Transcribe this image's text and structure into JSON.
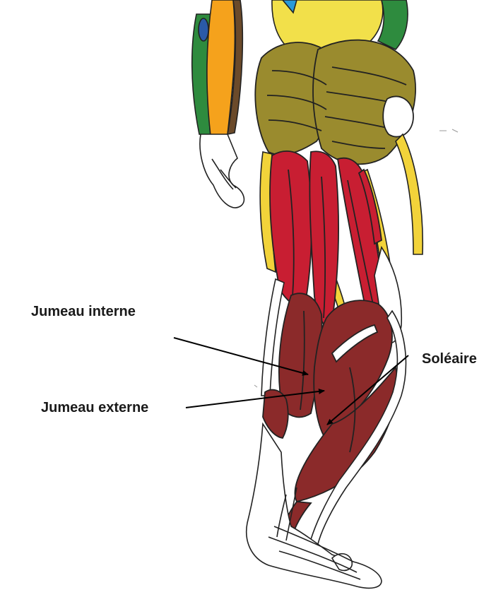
{
  "labels": {
    "jumeau_interne": "Jumeau interne",
    "jumeau_externe": "Jumeau externe",
    "soleaire": "Soléaire"
  },
  "colors": {
    "background": "#ffffff",
    "gastrocnemius": "#8b2a2a",
    "thigh_muscles": "#c81e32",
    "gluteus": "#9a8b2e",
    "hip_yellow": "#f2e04a",
    "arm_orange": "#f5a21c",
    "arm_green": "#2e8b3e",
    "arm_blue": "#2a5aa8",
    "outline": "#222222",
    "arrow": "#000000"
  }
}
